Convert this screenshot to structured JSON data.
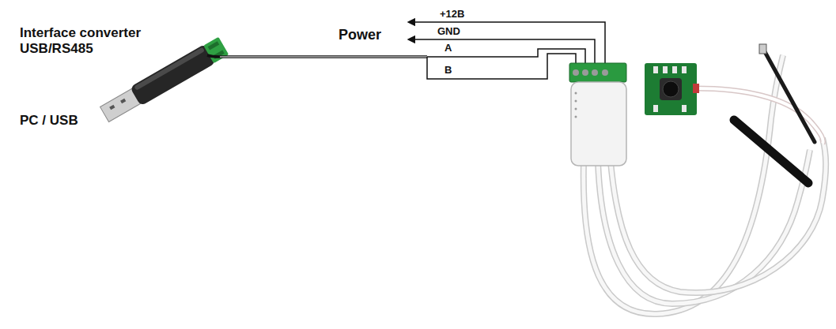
{
  "diagram": {
    "labels": [
      "Interface converter USB/RS485",
      "PC / USB",
      "Power",
      "+12B",
      "GND",
      "A",
      "B"
    ]
  }
}
